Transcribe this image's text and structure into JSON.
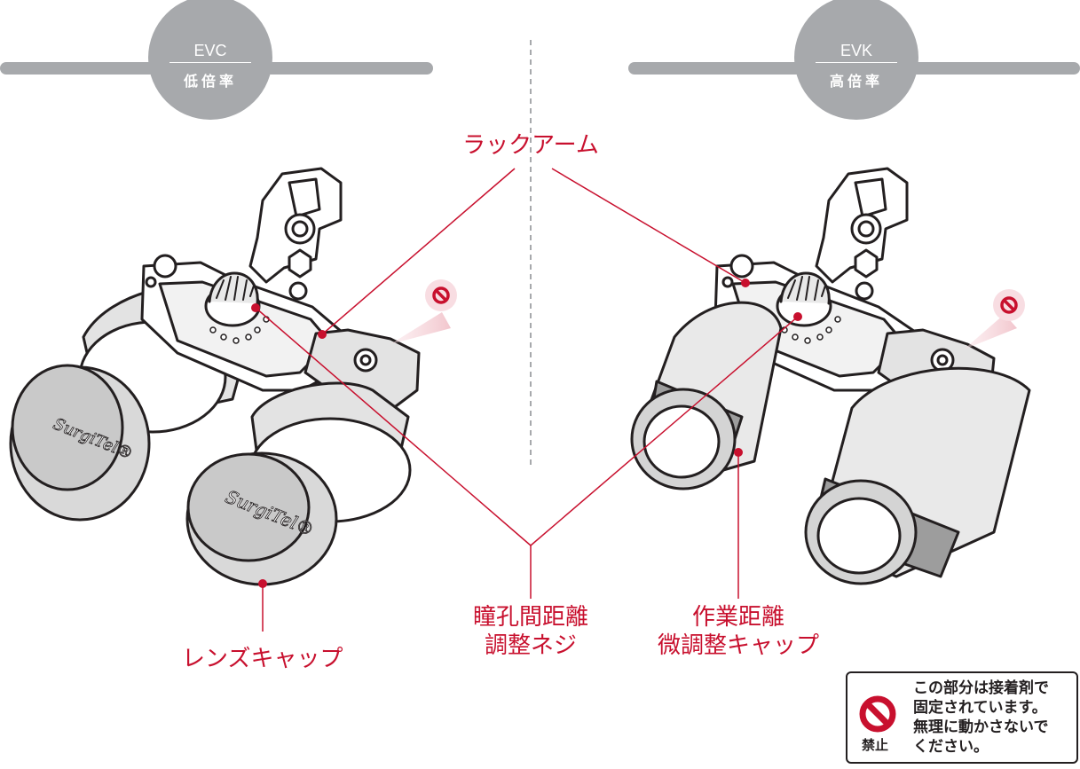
{
  "left": {
    "model": "EVC",
    "magnification": "低倍率",
    "brand": "SurgiTel®"
  },
  "right": {
    "model": "EVK",
    "magnification": "高倍率"
  },
  "labels": {
    "rack_arm": "ラックアーム",
    "lens_cap": "レンズキャップ",
    "ipd_screw_line1": "瞳孔間距離",
    "ipd_screw_line2": "調整ネジ",
    "wd_cap_line1": "作業距離",
    "wd_cap_line2": "微調整キャップ"
  },
  "warning": {
    "icon_label": "禁止",
    "lines": [
      "この部分は接着剤で",
      "固定されています。",
      "無理に動かさないで",
      "ください。"
    ]
  },
  "colors": {
    "accent": "#c8102e",
    "badge": "#a7a9ac",
    "bar": "#a7a9ac",
    "line_art": "#231f20",
    "lens_grey": "#d4d4d4",
    "cap_grey": "#c9c9c9",
    "warn_tip": "#f2c6cd"
  }
}
